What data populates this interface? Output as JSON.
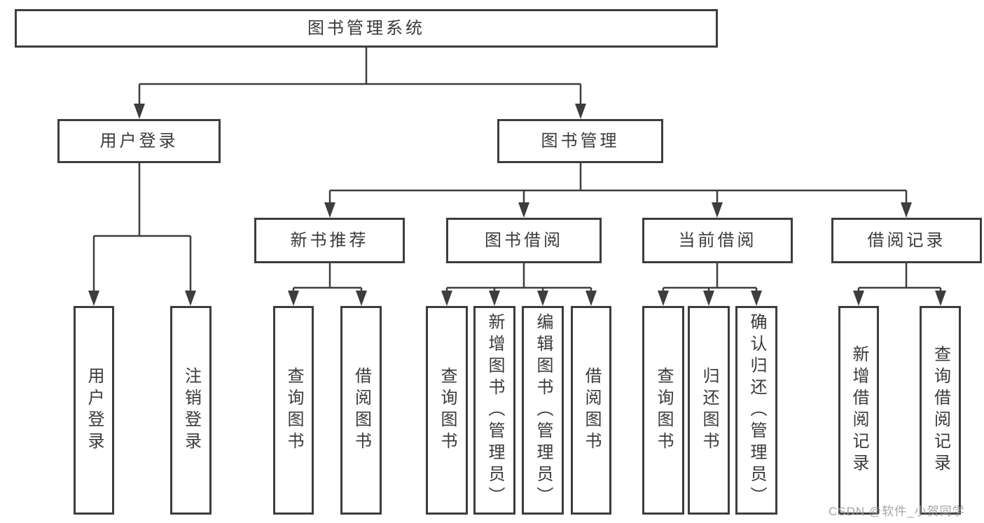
{
  "diagram": {
    "root": {
      "label": "图书管理系统"
    },
    "branches": [
      {
        "label": "用户登录",
        "children": [
          "用户登录",
          "注销登录"
        ]
      },
      {
        "label": "图书管理",
        "sections": [
          {
            "label": "新书推荐",
            "children": [
              "查询图书",
              "借阅图书"
            ]
          },
          {
            "label": "图书借阅",
            "children": [
              "查询图书",
              "新增图书（管理员）",
              "编辑图书（管理员）",
              "借阅图书"
            ]
          },
          {
            "label": "当前借阅",
            "children": [
              "查询图书",
              "归还图书",
              "确认归还（管理员）"
            ]
          },
          {
            "label": "借阅记录",
            "children": [
              "新增借阅记录",
              "查询借阅记录"
            ]
          }
        ]
      }
    ]
  },
  "watermark": {
    "text": "CSDN @软件_小贺同学"
  },
  "colors": {
    "line": "#3d3d3d",
    "text": "#3a3a3a",
    "background": "#ffffff",
    "watermark-color": "#9b9b9b"
  }
}
